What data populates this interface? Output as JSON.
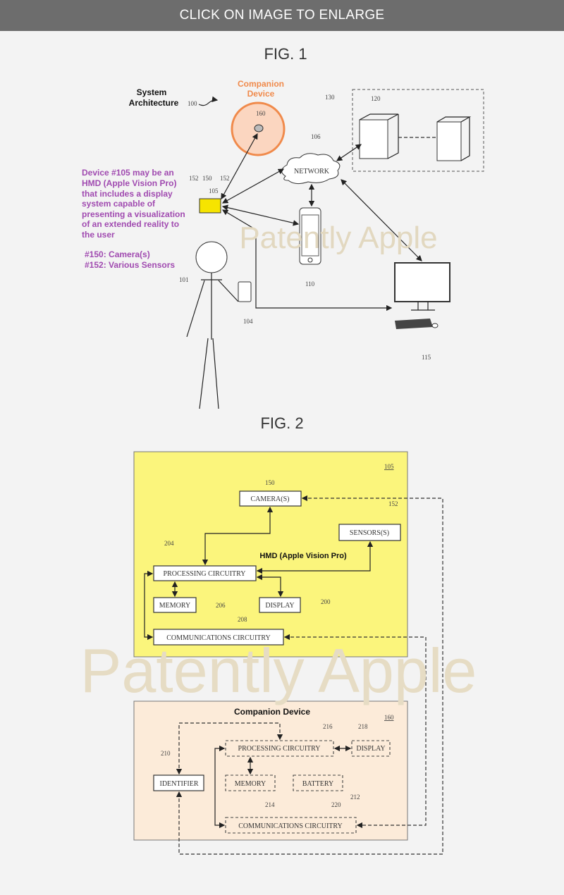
{
  "banner": {
    "label": "CLICK ON IMAGE TO ENLARGE"
  },
  "fig1": {
    "title": "FIG. 1",
    "system_architecture": [
      "System",
      "Architecture"
    ],
    "ref_100": "100",
    "companion_title": [
      "Companion",
      "Device"
    ],
    "ref_160": "160",
    "ref_106": "106",
    "network": "NETWORK",
    "ref_130": "130",
    "ref_120": "120",
    "hmd_refs": [
      "152",
      "150",
      "152",
      "105"
    ],
    "ref_110": "110",
    "ref_101": "101",
    "ref_104": "104",
    "ref_115": "115",
    "note_lines": [
      "Device #105 may be an",
      "HMD (Apple Vision Pro)",
      "that includes a display",
      "system capable of",
      "presenting a visualization",
      "of an extended reality to",
      "the user"
    ],
    "legend": [
      "#150: Camera(s)",
      "#152: Various Sensors"
    ],
    "watermark": "Patently Apple"
  },
  "fig2": {
    "title": "FIG. 2",
    "hmd": {
      "ref": "105",
      "label": "HMD (Apple Vision Pro)",
      "camera": "CAMERA(S)",
      "camera_ref": "150",
      "sensors": "SENSORS(S)",
      "sensors_ref": "152",
      "processing": "PROCESSING CIRCUITRY",
      "processing_ref": "204",
      "memory": "MEMORY",
      "memory_ref": "206",
      "display": "DISPLAY",
      "display_ref": "200",
      "comms": "COMMUNICATIONS CIRCUITRY",
      "comms_ref": "208"
    },
    "companion": {
      "ref": "160",
      "label": "Companion Device",
      "processing": "PROCESSING  CIRCUITRY",
      "processing_ref": "216",
      "display": "DISPLAY",
      "display_ref": "218",
      "identifier": "IDENTIFIER",
      "identifier_ref": "210",
      "memory": "MEMORY",
      "memory_ref": "214",
      "battery": "BATTERY",
      "battery_ref": "220",
      "comms": "COMMUNICATIONS CIRCUITRY",
      "comms_ref": "212"
    },
    "watermark": "Patently Apple"
  },
  "colors": {
    "hmd_fill": "#fbf57c",
    "companion_fill": "#fcebd9",
    "orange": "#f08a4b",
    "purple": "#a04ab0"
  }
}
